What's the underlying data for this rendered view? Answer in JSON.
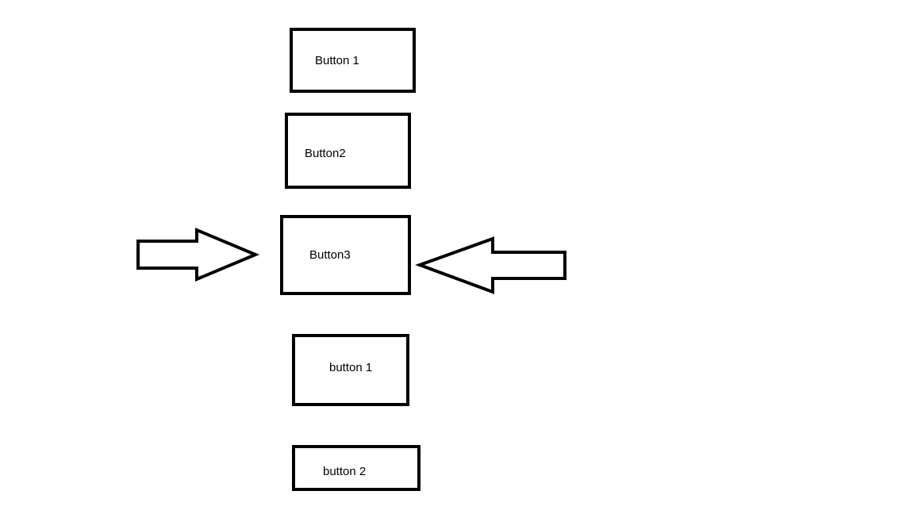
{
  "boxes": {
    "button_1_upper": "Button 1",
    "button_2_upper": "Button2",
    "button_3": "Button3",
    "button_1_lower": "button 1",
    "button_2_lower": "button 2"
  },
  "colors": {
    "stroke": "#000000",
    "background": "#ffffff"
  },
  "icons": {
    "left_arrow": "right-arrow-icon",
    "right_arrow": "left-arrow-icon"
  }
}
